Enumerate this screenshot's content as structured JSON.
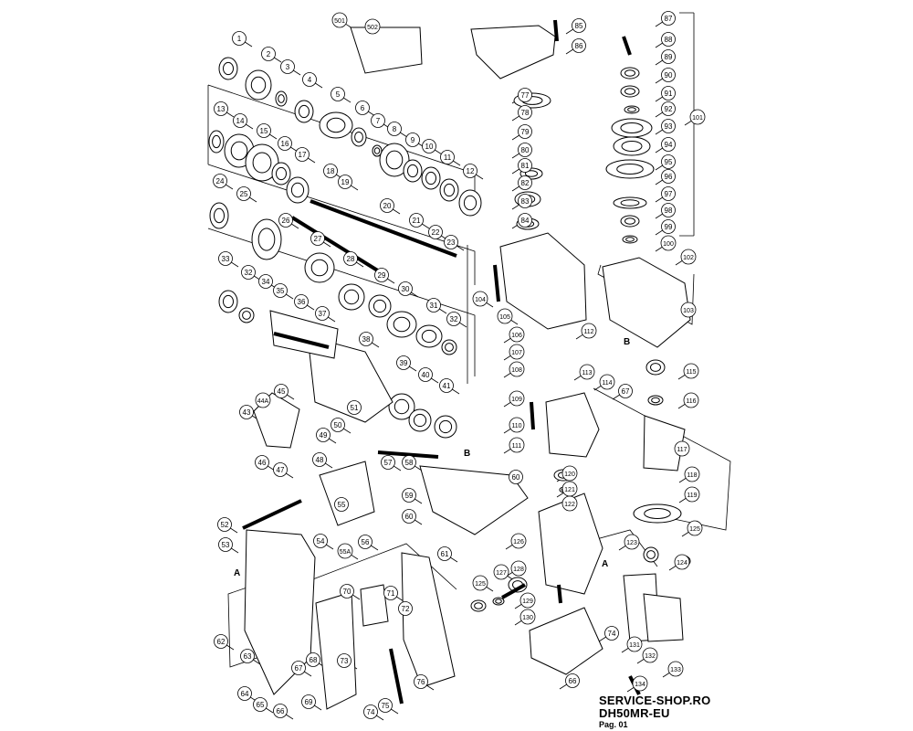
{
  "footer": {
    "brand": "SERVICE-SHOP.RO",
    "model": "DH50MR-EU",
    "page": "Pag. 01"
  },
  "markers": [
    "A",
    "A",
    "B",
    "B"
  ],
  "parts": [
    "1",
    "2",
    "3",
    "4",
    "5",
    "6",
    "7",
    "8",
    "9",
    "10",
    "11",
    "12",
    "13",
    "14",
    "15",
    "16",
    "17",
    "18",
    "19",
    "20",
    "21",
    "22",
    "23",
    "24",
    "25",
    "26",
    "27",
    "28",
    "29",
    "30",
    "31",
    "32",
    "32",
    "33",
    "34",
    "35",
    "36",
    "37",
    "38",
    "39",
    "40",
    "41",
    "43",
    "44A",
    "45",
    "46",
    "47",
    "48",
    "49",
    "50",
    "51",
    "52",
    "53",
    "54",
    "55",
    "55A",
    "56",
    "57",
    "58",
    "59",
    "60",
    "60",
    "61",
    "62",
    "63",
    "64",
    "65",
    "66",
    "66",
    "67",
    "67",
    "68",
    "69",
    "70",
    "71",
    "72",
    "73",
    "74",
    "74",
    "75",
    "76",
    "77",
    "78",
    "79",
    "80",
    "81",
    "82",
    "83",
    "84",
    "85",
    "86",
    "87",
    "88",
    "89",
    "90",
    "91",
    "92",
    "93",
    "94",
    "95",
    "96",
    "97",
    "98",
    "99",
    "100",
    "101",
    "102",
    "103",
    "104",
    "105",
    "106",
    "107",
    "108",
    "109",
    "110",
    "111",
    "112",
    "113",
    "114",
    "115",
    "116",
    "117",
    "118",
    "119",
    "120",
    "121",
    "122",
    "123",
    "124",
    "125",
    "125",
    "126",
    "127",
    "128",
    "129",
    "130",
    "131",
    "132",
    "133",
    "134",
    "501",
    "502"
  ],
  "icons": [
    "exploded-parts-diagram"
  ]
}
